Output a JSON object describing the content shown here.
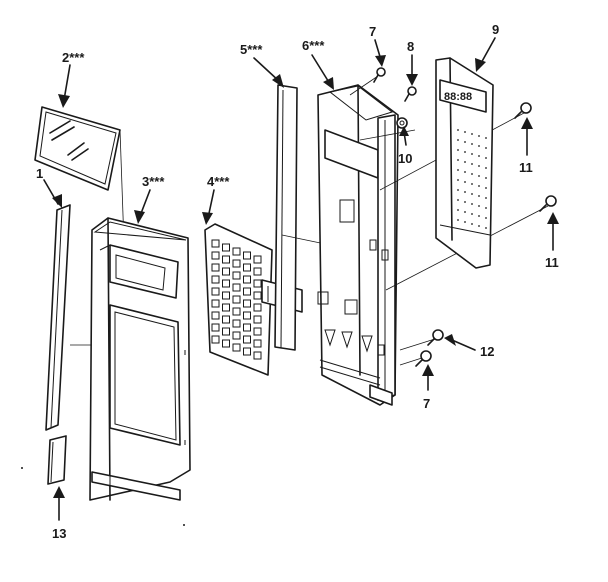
{
  "diagram": {
    "colors": {
      "ink": "#1a1a1a",
      "paper": "#ffffff"
    },
    "labels": {
      "p1": "1",
      "p2": "2***",
      "p3": "3***",
      "p4": "4***",
      "p5": "5***",
      "p6": "6***",
      "p7a": "7",
      "p7b": "7",
      "p8": "8",
      "p9": "9",
      "p10": "10",
      "p11a": "11",
      "p11b": "11",
      "p12": "12",
      "p13": "13"
    },
    "display_text": "88:88"
  }
}
